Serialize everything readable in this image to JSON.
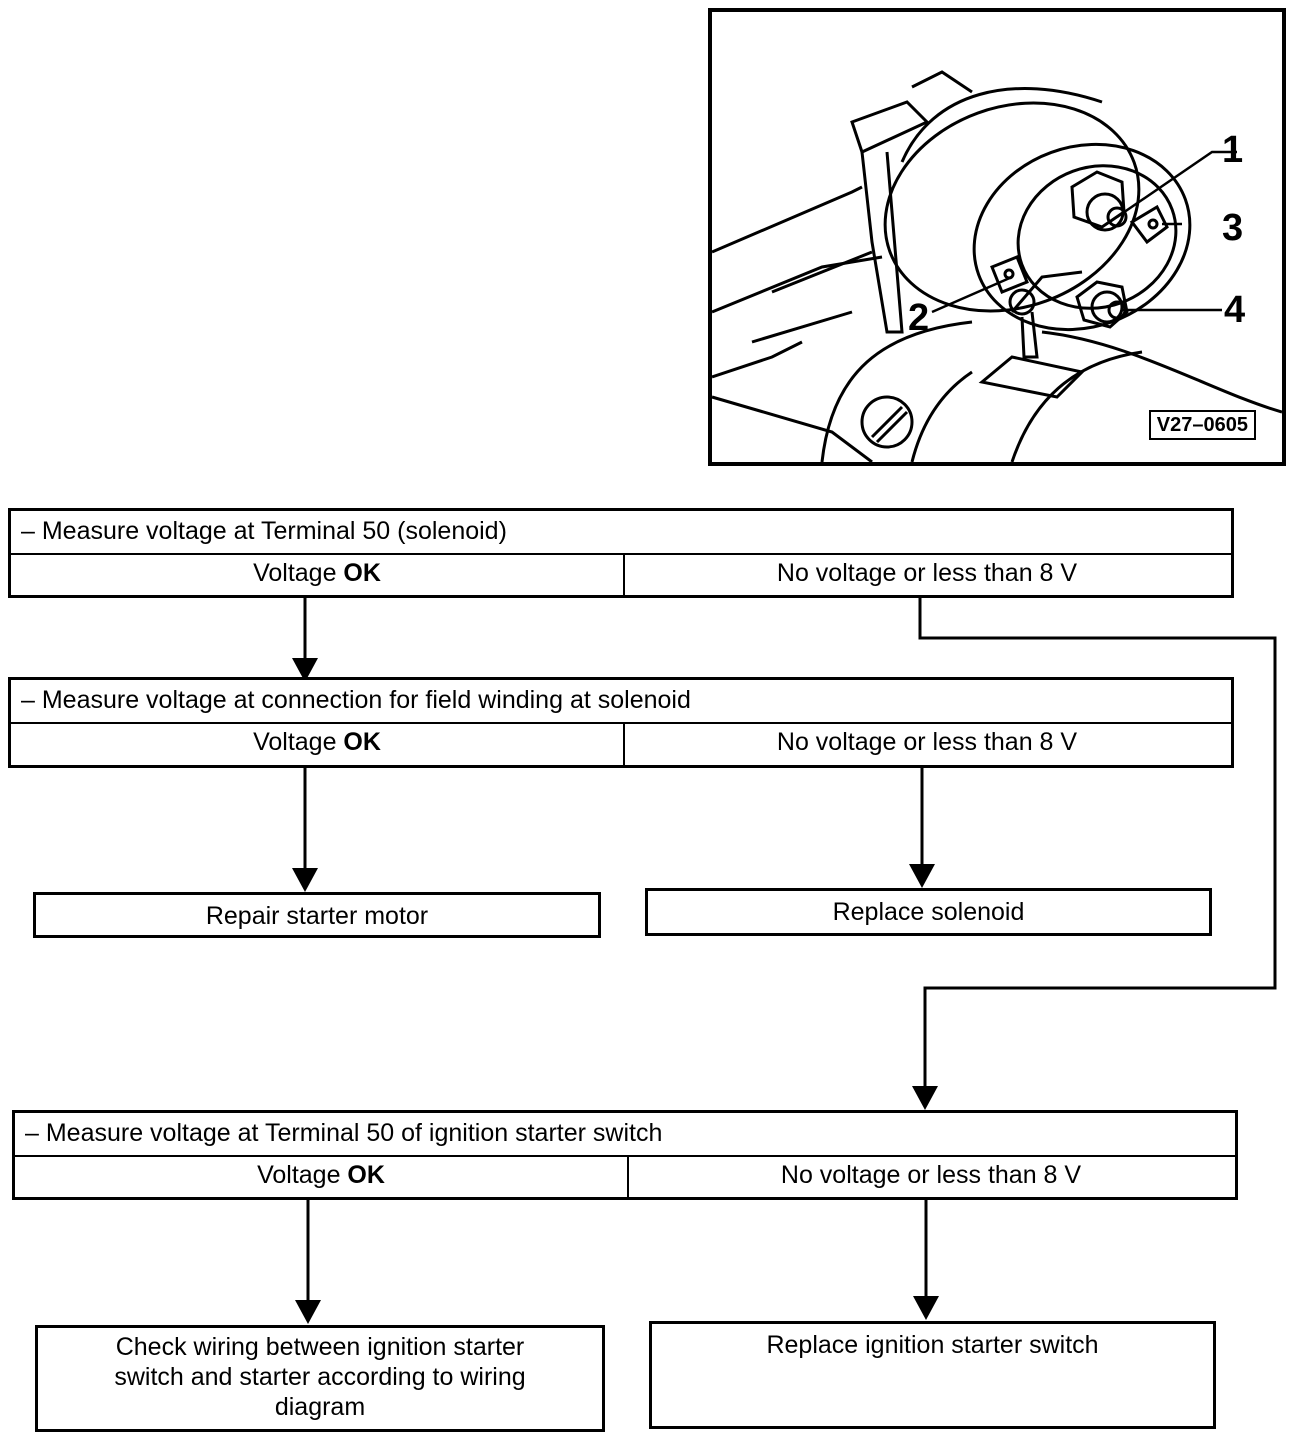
{
  "figure": {
    "id_label": "V27–0605",
    "callouts": [
      "1",
      "2",
      "3",
      "4"
    ]
  },
  "steps": [
    {
      "text": "– Measure voltage at Terminal 50 (solenoid)",
      "ok_prefix": "Voltage ",
      "ok_bold": "OK",
      "fail": "No voltage or less than 8 V"
    },
    {
      "text": "– Measure voltage at connection for field winding at solenoid",
      "ok_prefix": "Voltage ",
      "ok_bold": "OK",
      "fail": "No voltage or less than 8 V"
    },
    {
      "text": "– Measure voltage at Terminal 50 of ignition starter switch",
      "ok_prefix": "Voltage ",
      "ok_bold": "OK",
      "fail": "No voltage or less than 8 V"
    }
  ],
  "results": {
    "repair_starter": "Repair starter motor",
    "replace_solenoid": "Replace solenoid",
    "check_wiring_line1": "Check wiring between ignition starter",
    "check_wiring_line2": "switch and starter according to wiring",
    "check_wiring_line3": "diagram",
    "replace_switch": "Replace ignition starter switch"
  }
}
